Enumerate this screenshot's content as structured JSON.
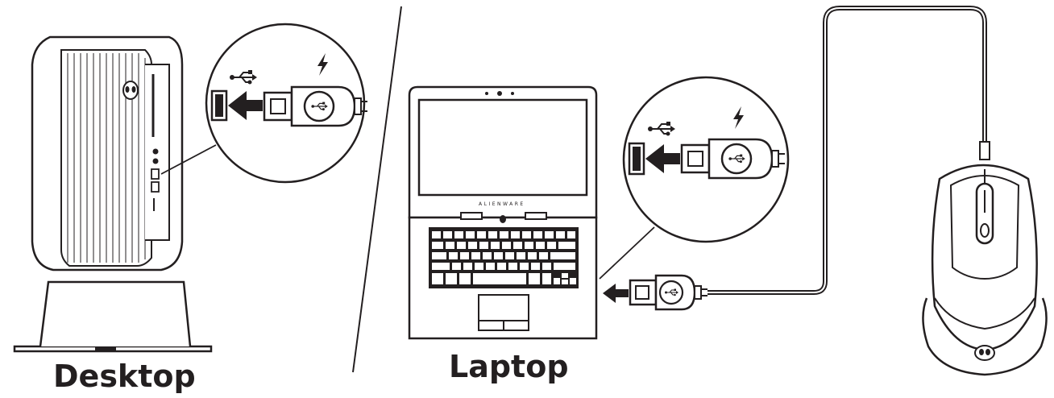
{
  "labels": {
    "desktop": "Desktop",
    "laptop": "Laptop",
    "laptop_brand": "ALIENWARE"
  },
  "colors": {
    "line": "#231f20",
    "fill": "#ffffff"
  },
  "icons": [
    "usb-symbol-icon",
    "lightning-bolt-icon",
    "arrow-icon",
    "alien-logo-icon",
    "headphone-icon",
    "microphone-icon"
  ]
}
